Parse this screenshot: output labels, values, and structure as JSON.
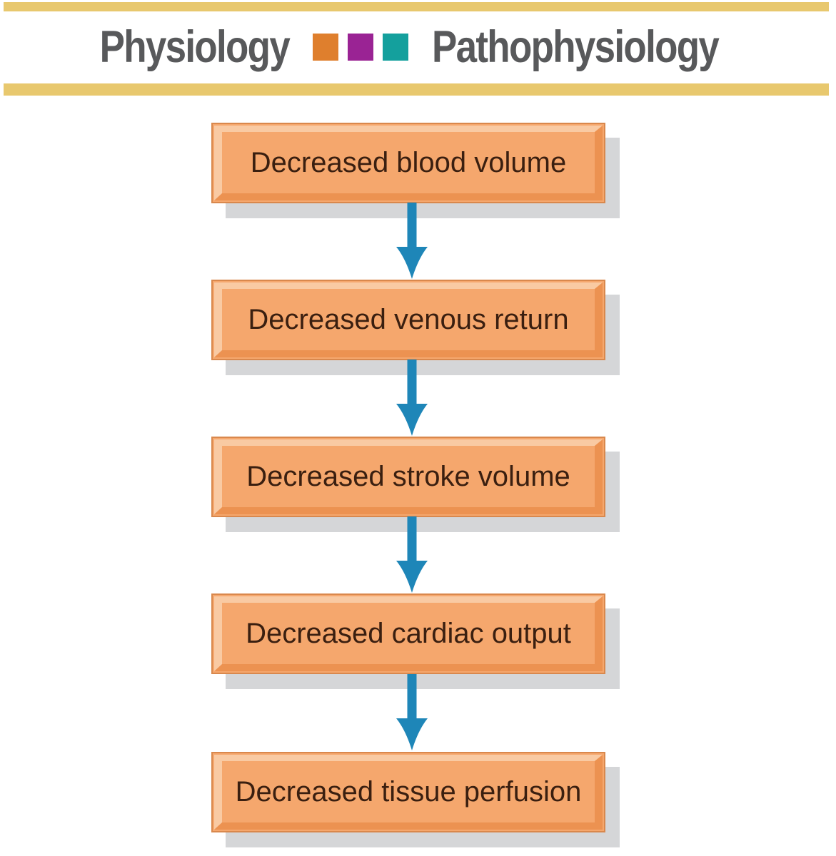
{
  "header": {
    "title_left": "Physiology",
    "title_right": "Pathophysiology",
    "divider_squares": [
      "orange",
      "purple",
      "teal"
    ]
  },
  "flow": {
    "steps": [
      {
        "label": "Decreased blood volume"
      },
      {
        "label": "Decreased venous return"
      },
      {
        "label": "Decreased stroke volume"
      },
      {
        "label": "Decreased cardiac output"
      },
      {
        "label": "Decreased tissue perfusion"
      }
    ]
  },
  "colors": {
    "gold": "#E8C86E",
    "title-gray": "#58595B",
    "sq-orange": "#DF7F2D",
    "sq-purple": "#9A2394",
    "sq-teal": "#14A09D",
    "box-fill": "#F5A76D",
    "box-highlight": "#F9CAA3",
    "box-shade": "#EC9251",
    "box-border": "#D9884D",
    "box-text": "#3A1F10",
    "shadow-gray": "#D5D6D8",
    "arrow-blue": "#1E86B8",
    "page-bg": "#FFFFFF"
  }
}
